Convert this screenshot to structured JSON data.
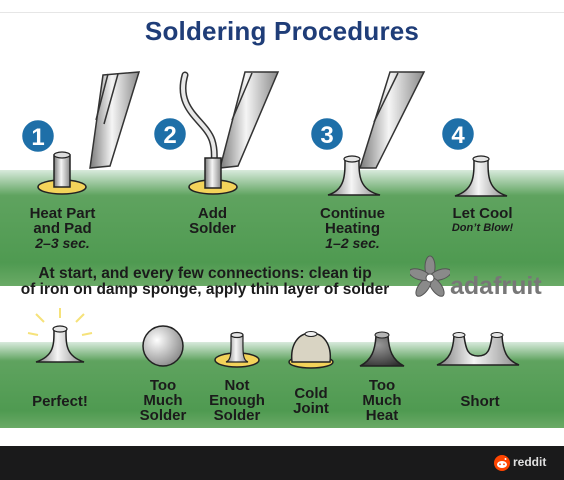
{
  "title": "Soldering Procedures",
  "steps": [
    {
      "number": "1",
      "label": "Heat Part\nand Pad",
      "note": "2–3 sec."
    },
    {
      "number": "2",
      "label": "Add\nSolder",
      "note": ""
    },
    {
      "number": "3",
      "label": "Continue\nHeating",
      "note": "1–2 sec."
    },
    {
      "number": "4",
      "label": "Let Cool",
      "note": "Don’t Blow!"
    }
  ],
  "tip_note": "At start, and every few connections: clean tip\nof iron on damp sponge, apply thin layer of solder",
  "brand": "adafruit",
  "results": [
    {
      "label": "Perfect!"
    },
    {
      "label": "Too\nMuch\nSolder"
    },
    {
      "label": "Not\nEnough\nSolder"
    },
    {
      "label": "Cold\nJoint"
    },
    {
      "label": "Too\nMuch\nHeat"
    },
    {
      "label": "Short"
    }
  ],
  "footer": {
    "label": "reddit"
  },
  "colors": {
    "title": "#1f3d78",
    "badge": "#1e6fa8",
    "board": "#4f9a51",
    "pad": "#f3d35a"
  }
}
